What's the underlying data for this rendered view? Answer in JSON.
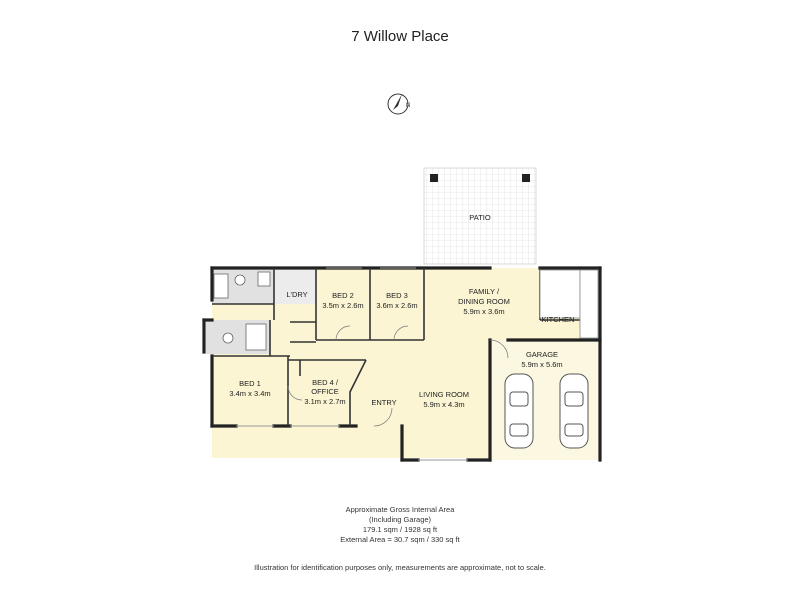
{
  "title": "7 Willow Place",
  "rooms": {
    "patio": "PATIO",
    "laundry": "L'DRY",
    "bed2": {
      "name": "BED 2",
      "size": "3.5m x 2.6m"
    },
    "bed3": {
      "name": "BED 3",
      "size": "3.6m x 2.6m"
    },
    "family": {
      "name1": "FAMILY /",
      "name2": "DINING ROOM",
      "size": "5.9m x 3.6m"
    },
    "kitchen": "KITCHEN",
    "garage": {
      "name": "GARAGE",
      "size": "5.9m x 5.6m"
    },
    "bed1": {
      "name": "BED 1",
      "size": "3.4m x 3.4m"
    },
    "bed4": {
      "name1": "BED 4 /",
      "name2": "OFFICE",
      "size": "3.1m x 2.7m"
    },
    "entry": "ENTRY",
    "living": {
      "name": "LIVING ROOM",
      "size": "5.9m x 4.3m"
    }
  },
  "area_info": {
    "line1": "Approximate Gross Internal Area",
    "line2": "(Including Garage)",
    "line3": "179.1 sqm / 1928 sq ft",
    "line4": "External Area = 30.7 sqm / 330 sq ft"
  },
  "disclaimer": "Illustration for identification purposes only, measurements are approximate, not to scale.",
  "colors": {
    "floor": "#fbf5d3",
    "wet": "#e1e1e1",
    "wall": "#222222",
    "garage": "#fbf7e0"
  }
}
